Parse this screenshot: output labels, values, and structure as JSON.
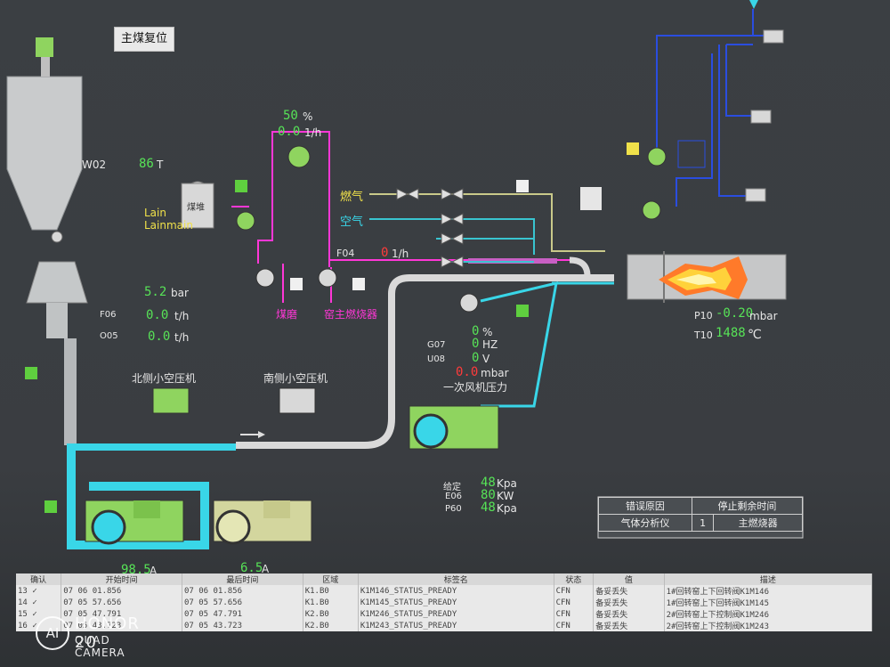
{
  "buttons": {
    "reset_label": "主煤复位"
  },
  "bin": {
    "label": "W02",
    "value": "86",
    "unit": "T"
  },
  "feed": {
    "lain": "Lain",
    "lainmain": "Lainmain",
    "drum_label": "煤堆"
  },
  "pressure": {
    "value": "5.2",
    "unit": "bar"
  },
  "f06": {
    "label": "F06",
    "value": "0.0",
    "unit": "t/h"
  },
  "o05": {
    "label": "O05",
    "value": "0.0",
    "unit": "t/h"
  },
  "feeder": {
    "percent": "50",
    "percent_unit": "%",
    "flow": "0.0",
    "flow_unit": "1/h"
  },
  "f04": {
    "label": "F04",
    "value": "0",
    "unit": "1/h"
  },
  "pipes": {
    "gas": "燃气",
    "air": "空气"
  },
  "mills": {
    "coal_mill": "煤磨",
    "main_burner": "窑主燃烧器"
  },
  "compressors": {
    "north": "北侧小空压机",
    "south": "南侧小空压机"
  },
  "fan": {
    "percent_value": "0",
    "percent_unit": "%",
    "g07_label": "G07",
    "g07_value": "0",
    "g07_unit": "HZ",
    "u08_label": "U08",
    "u08_value": "0",
    "u08_unit": "V",
    "pressure_value": "0.0",
    "pressure_unit": "mbar",
    "title": "一次风机压力"
  },
  "kiln": {
    "p10_label": "P10",
    "p10_value": "-0.20",
    "p10_unit": "mbar",
    "t10_label": "T10",
    "t10_value": "1488",
    "t10_unit": "℃"
  },
  "blower": {
    "set_label": "给定",
    "set_value": "48",
    "set_unit": "Kpa",
    "e06_label": "E06",
    "e06_value": "80",
    "e06_unit": "KW",
    "p60_label": "P60",
    "p60_value": "48",
    "p60_unit": "Kpa"
  },
  "motors": {
    "left_current": "98.5",
    "left_unit": "A",
    "right_current": "6.5",
    "right_unit": "A"
  },
  "error_panel": {
    "col1": "错误原因",
    "col2": "停止剩余时间",
    "row_reason": "气体分析仪",
    "row_count": "1",
    "row_target": "主燃烧器"
  },
  "alarm_table": {
    "headers": [
      "确认",
      "开始时间",
      "最后时间",
      "区域",
      "标签名",
      "状态",
      "值",
      "描述"
    ],
    "rows": [
      {
        "no": "13",
        "ack": "✓",
        "start": "07 06 01.856",
        "last": "07 06 01.856",
        "area": "K1.B0",
        "tag": "K1M146_STATUS_PREADY",
        "state": "CFN",
        "value": "备妥丢失",
        "desc": "1#回转窑上下回转阀K1M146"
      },
      {
        "no": "14",
        "ack": "✓",
        "start": "07 05 57.656",
        "last": "07 05 57.656",
        "area": "K1.B0",
        "tag": "K1M145_STATUS_PREADY",
        "state": "CFN",
        "value": "备妥丢失",
        "desc": "1#回转窑上下回转阀K1M145"
      },
      {
        "no": "15",
        "ack": "✓",
        "start": "07 05 47.791",
        "last": "07 05 47.791",
        "area": "K2.B0",
        "tag": "K1M246_STATUS_PREADY",
        "state": "CFN",
        "value": "备妥丢失",
        "desc": "2#回转窑上下控制阀K1M246"
      },
      {
        "no": "16",
        "ack": "✓",
        "start": "07 05 43.723",
        "last": "07 05 43.723",
        "area": "K2.B0",
        "tag": "K1M243_STATUS_PREADY",
        "state": "CFN",
        "value": "备妥丢失",
        "desc": "2#回转窑上下控制阀K1M243"
      }
    ]
  },
  "watermark": {
    "logo": "AI",
    "brand": "HONOR 20",
    "camera": "QUAD CAMERA"
  },
  "colors": {
    "green": "#57e357",
    "magenta": "#ff37d7",
    "cyan": "#39d6e8",
    "yellow": "#f0e14a",
    "red": "#ff3b3b"
  }
}
